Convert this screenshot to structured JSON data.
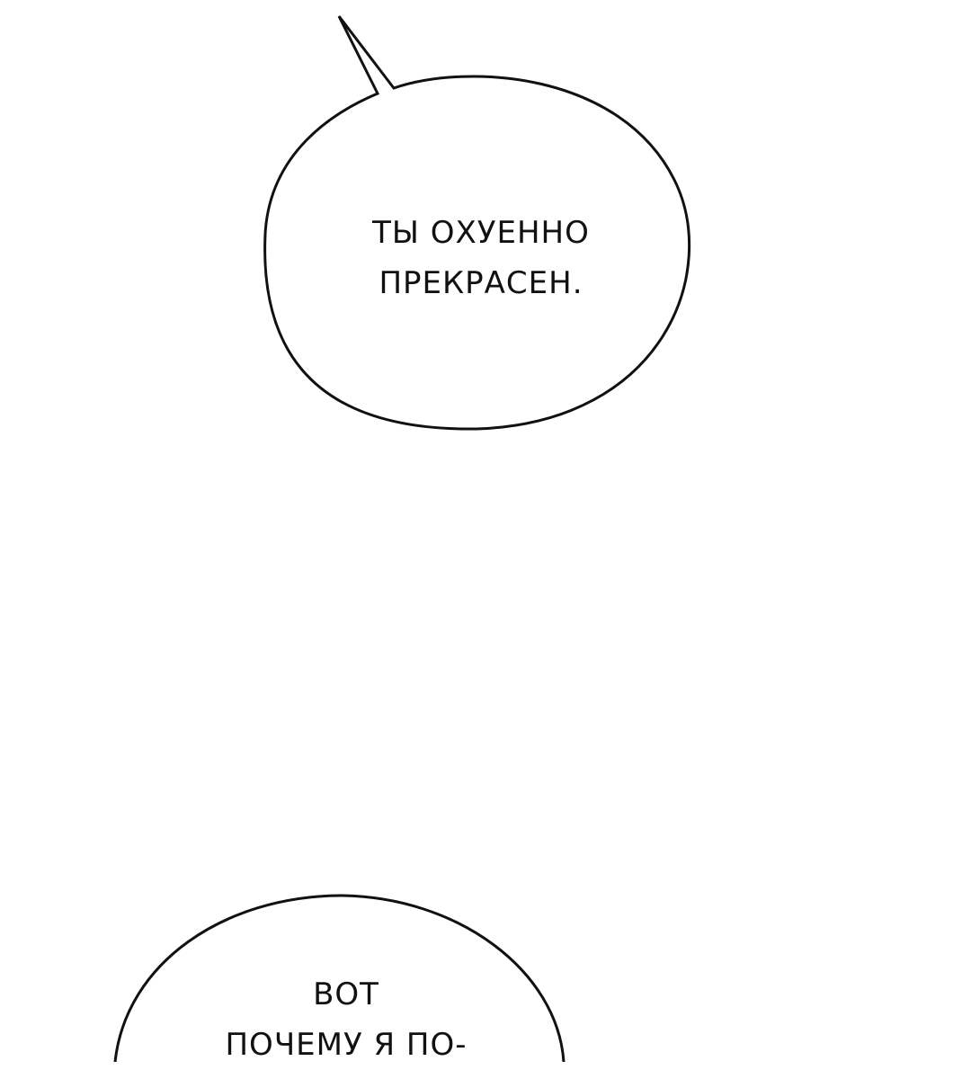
{
  "bubbles": [
    {
      "lines": [
        "ТЫ ОХУЕННО",
        "ПРЕКРАСЕН."
      ]
    },
    {
      "lines": [
        "ВОТ",
        "ПОЧЕМУ Я ПО-"
      ]
    }
  ],
  "colors": {
    "background": "#ffffff",
    "outline": "#111111",
    "text": "#111111"
  }
}
